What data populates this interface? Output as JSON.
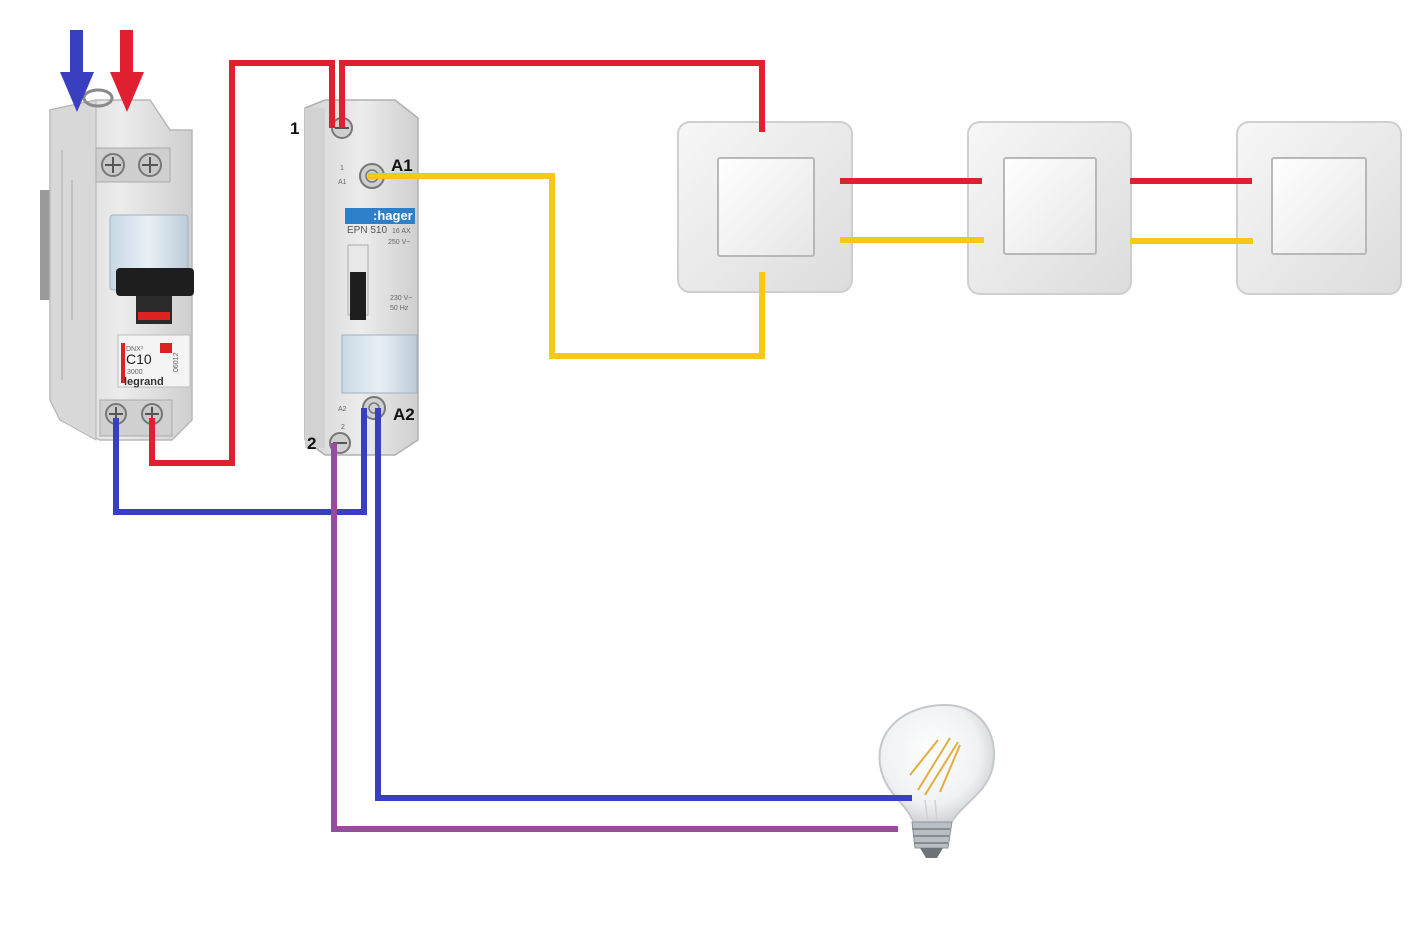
{
  "colors": {
    "live": "#e02030",
    "neutral": "#3a3fc0",
    "control": "#f7c817",
    "lamp_return": "#9b4aa0",
    "device_body": "#e4e4e4",
    "switch_plate": "#ececec"
  },
  "breaker": {
    "rating": "C10",
    "model": "DNX³",
    "brand": "legrand",
    "ref": "06012",
    "breaking": "3000"
  },
  "relay": {
    "brand": ":hager",
    "model": "EPN 510",
    "spec_current": "16 AX",
    "spec_voltage": "250 V~",
    "coil_voltage": "230 V~",
    "coil_freq": "50 Hz"
  },
  "labels": {
    "t1": "1",
    "t2": "2",
    "a1": "A1",
    "a2": "A2",
    "relay_top_num": "1",
    "relay_top_a1": "A1",
    "relay_bot_a2": "A2",
    "relay_bot_num": "2"
  },
  "icons": {
    "neutral_arrow": "arrow-down-blue",
    "live_arrow": "arrow-down-red",
    "lamp": "light-bulb-icon"
  },
  "switches_count": 3
}
